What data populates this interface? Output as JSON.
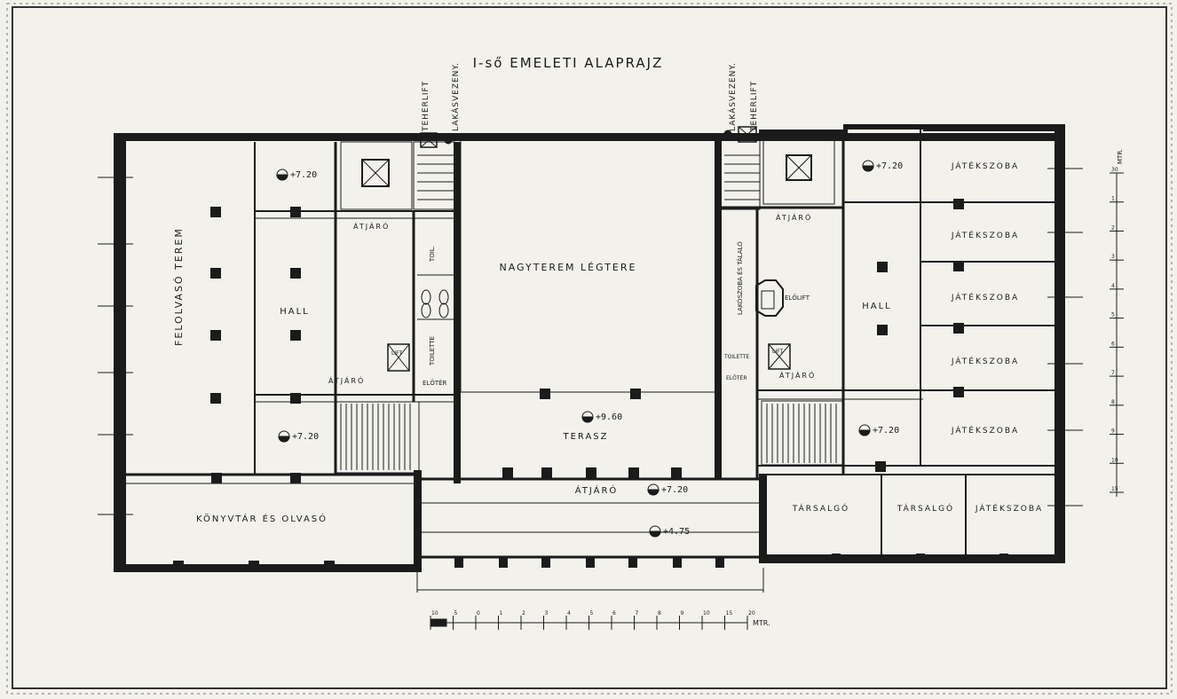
{
  "title": "I-ső EMELETI ALAPRAJZ",
  "vertical_labels": {
    "teherlift_left": "TEHERLIFT",
    "lakasvezeny_left": "LAKÁSVEZENY.",
    "lakasvezeny_right": "LAKÁSVEZENY.",
    "teherlift_right": "TEHERLIFT"
  },
  "rooms": {
    "olvaso_terem": "FELOLVASÓ TEREM",
    "hall_left": "HALL",
    "atjaro_top_left": "ÁTJÁRÓ",
    "atjaro_bottom_left": "ÁTJÁRÓ",
    "toilette_left_top": "TOIL.",
    "toilette_left_bottom": "TOILETTE",
    "eloter_left": "ELŐTÉR",
    "lift_left": "LIFT",
    "nagyterem": "NAGYTEREM LÉGTERE",
    "terrasz": "TERASZ",
    "atjaro_center": "ÁTJÁRÓ",
    "konyvtar": "KÖNYVTÁR ÉS OLVASÓ",
    "lakoszoba_talalo": "LAKÓSZOBA ÉS TÁLALÓ",
    "atjaro_top_right": "ÁTJÁRÓ",
    "atjaro_bottom_right": "ÁTJÁRÓ",
    "elolift": "ELŐLIFT",
    "toilette_right": "TOILETTE",
    "eloter_right": "ELŐTÉR",
    "lift_right": "LIFT",
    "hall_right": "HALL",
    "jatekszoba_1": "JÁTÉKSZOBA",
    "jatekszoba_2": "JÁTÉKSZOBA",
    "jatekszoba_3": "JÁTÉKSZOBA",
    "jatekszoba_4": "JÁTÉKSZOBA",
    "jatekszoba_5": "JÁTÉKSZOBA",
    "jatekszoba_6": "JÁTÉKSZOBA",
    "tarsalgo_1": "TÁRSALGÓ",
    "tarsalgo_2": "TÁRSALGÓ"
  },
  "levels": {
    "hall_left_top": "+7.20",
    "hall_left_bottom": "+7.20",
    "terrasz": "+9.60",
    "atjaro_center": "+7.20",
    "lower_center": "+4.75",
    "hall_right_top": "+7.20",
    "hall_right_bottom": "+7.20"
  },
  "scale_bottom": {
    "ticks": [
      "10",
      "5",
      "0",
      "1",
      "2",
      "3",
      "4",
      "5",
      "6",
      "7",
      "8",
      "9",
      "10",
      "15",
      "20"
    ],
    "unit": "MTR."
  },
  "scale_right": {
    "ticks": [
      "30",
      "1",
      "2",
      "3",
      "4",
      "5",
      "6",
      "7",
      "8",
      "9",
      "10",
      "15"
    ],
    "unit": "MTR."
  },
  "colors": {
    "paper": "#f2f1ec",
    "ink": "#1b1b1b"
  }
}
